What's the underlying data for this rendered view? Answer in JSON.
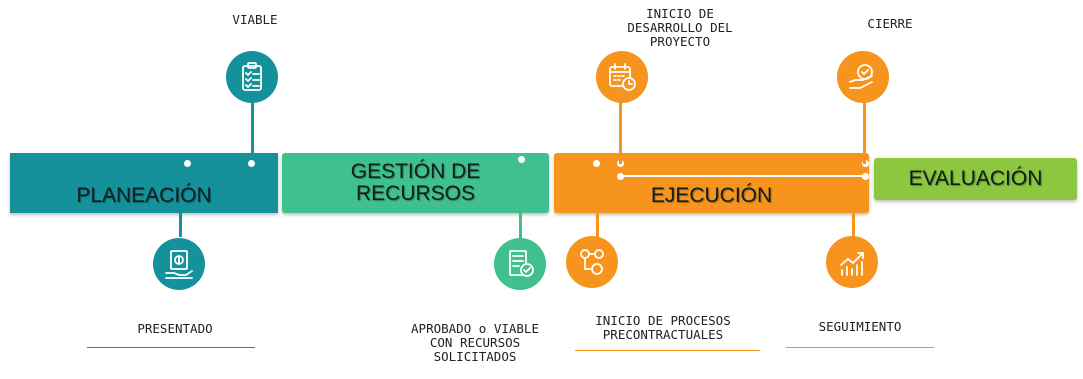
{
  "colors": {
    "teal": "#14919b",
    "green": "#40bf8f",
    "orange": "#f7941d",
    "lime": "#8dc63f"
  },
  "phases": {
    "planeacion": "PLANEACIÓN",
    "gestion": "GESTIÓN DE\nRECURSOS",
    "ejecucion": "EJECUCIÓN",
    "evaluacion": "EVALUACIÓN"
  },
  "milestones": {
    "viable": {
      "label": "VIABLE",
      "icon": "checklist-icon"
    },
    "presentado": {
      "label": "PRESENTADO",
      "icon": "hand-money-icon"
    },
    "aprobado": {
      "label": "APROBADO o VIABLE\nCON RECURSOS\nSOLICITADOS",
      "icon": "document-check-icon"
    },
    "inicio_desarrollo": {
      "label": "INICIO DE\nDESARROLLO DEL\nPROYECTO",
      "icon": "calendar-clock-icon"
    },
    "inicio_procesos": {
      "label": "INICIO DE PROCESOS\nPRECONTRACTUALES",
      "icon": "gears-process-icon"
    },
    "cierre": {
      "label": "CIERRE",
      "icon": "hand-check-icon"
    },
    "seguimiento": {
      "label": "SEGUIMIENTO",
      "icon": "growth-chart-icon"
    }
  }
}
